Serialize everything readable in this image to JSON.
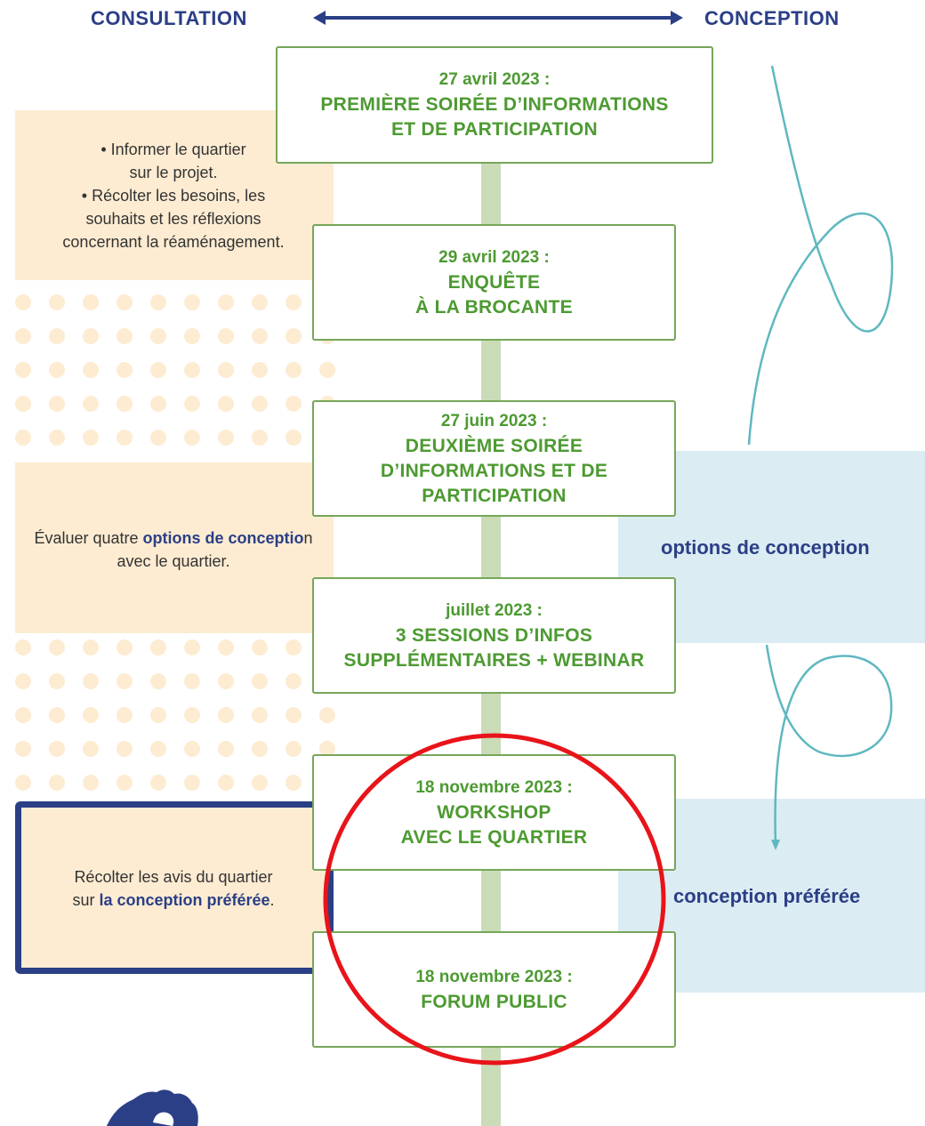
{
  "header": {
    "left_label": "CONSULTATION",
    "right_label": "CONCEPTION"
  },
  "goals": {
    "first_line1": "• Informer le quartier",
    "first_line2": "sur le projet.",
    "first_line3": "• Récolter les besoins, les",
    "first_line4": "souhaits et les réflexions",
    "first_line5": "concernant la réaménagement.",
    "second_pre": "Évaluer quatre ",
    "second_bold": "options de conceptio",
    "second_post": "n avec le quartier.",
    "third_line1": "Récolter les avis du quartier",
    "third_pre": "sur ",
    "third_bold": "la conception préférée",
    "third_post": "."
  },
  "events": [
    {
      "date": "27 avril 2023 :",
      "title": "PREMIÈRE SOIRÉE D’INFORMATIONS\nET DE PARTICIPATION"
    },
    {
      "date": "29 avril 2023 :",
      "title": "ENQUÊTE\nÀ LA BROCANTE"
    },
    {
      "date": "27 juin 2023 :",
      "title": "DEUXIÈME SOIRÉE\nD’INFORMATIONS ET DE\nPARTICIPATION"
    },
    {
      "date": "juillet 2023 :",
      "title": "3 SESSIONS D’INFOS\nSUPPLÉMENTAIRES + WEBINAR"
    },
    {
      "date": "18 novembre 2023 :",
      "title": "WORKSHOP\nAVEC LE QUARTIER"
    },
    {
      "date": "18 novembre 2023 :",
      "title": "FORUM PUBLIC"
    }
  ],
  "conception": {
    "options_label": "options de conception",
    "preferred_label": "conception préférée"
  },
  "colors": {
    "navy": "#2b3f86",
    "green_text": "#4d9a32",
    "green_border": "#76a65a",
    "spine": "#c9dcb7",
    "peach": "#fdecd2",
    "light_blue": "#dcecf3",
    "teal_line": "#5fb8c0",
    "highlight_red": "#e8141a"
  }
}
